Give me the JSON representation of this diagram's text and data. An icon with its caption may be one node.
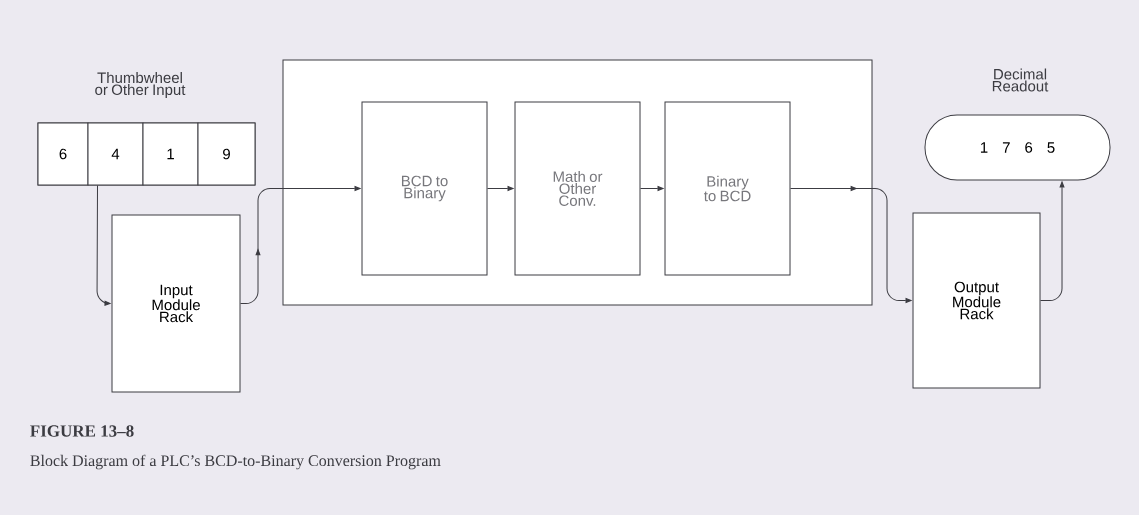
{
  "diagram": {
    "title": "FIGURE 13–8",
    "caption": "Block Diagram of a PLC’s BCD-to-Binary Conversion Program",
    "nodes": [
      {
        "text": [
          "Thumbwheel or Other Input"
        ]
      },
      {
        "text": [
          "6"
        ],
        "in": 0
      },
      {
        "text": [
          "4"
        ],
        "in": 0
      },
      {
        "text": [
          "1"
        ],
        "in": 0
      },
      {
        "text": [
          "9"
        ],
        "in": 0
      },
      {
        "text": [
          "Input Module Rack"
        ]
      },
      {
        "text": [],
        "shape": "box"
      },
      {
        "text": [
          "BCD to Binary"
        ],
        "in": 6
      },
      {
        "text": [
          "Math or Other Conv."
        ],
        "in": 6
      },
      {
        "text": [
          "Binary to BCD"
        ],
        "in": 6
      },
      {
        "text": [
          "Decimal Readout",
          "1 7 6 5"
        ]
      },
      {
        "text": [
          "Output Module Rack"
        ]
      }
    ],
    "edges": [
      {
        "from": 2,
        "to": 5,
        "arrow": "to"
      },
      {
        "from": 5,
        "to": 7,
        "arrow": "to"
      },
      {
        "from": 7,
        "to": 8,
        "arrow": "to"
      },
      {
        "from": 8,
        "to": 9,
        "arrow": "to"
      },
      {
        "from": 9,
        "to": 11,
        "arrow": "to"
      },
      {
        "from": 11,
        "to": 10,
        "arrow": "to"
      }
    ]
  }
}
